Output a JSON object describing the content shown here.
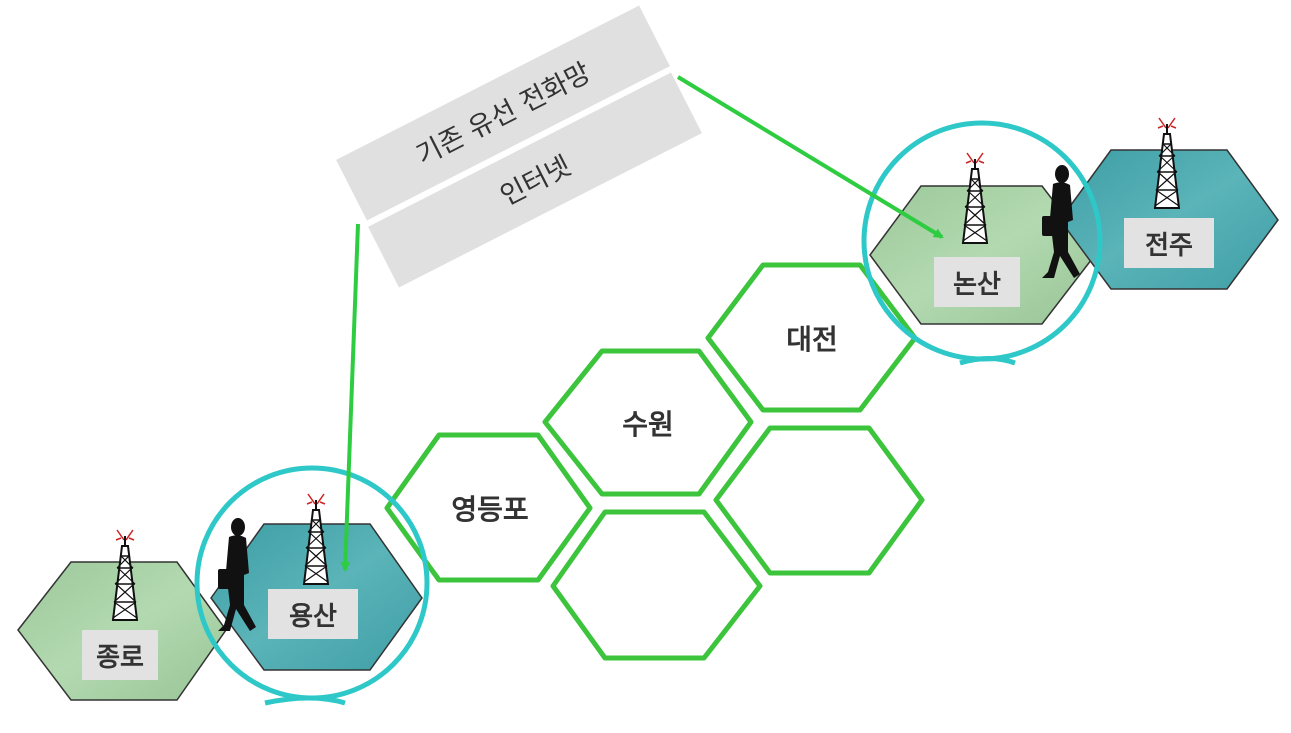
{
  "banners": {
    "network": "기존 유선 전화망",
    "internet": "인터넷"
  },
  "cells": {
    "jongno": "종로",
    "yongsan": "용산",
    "yeongdeungpo": "영등포",
    "suwon": "수원",
    "daejeon": "대전",
    "nonsan": "논산",
    "jeonju": "전주"
  },
  "colors": {
    "light_green_cell": "#a8d3a6",
    "teal_cell": "#4aa8ae",
    "outline_green": "#3cc43c",
    "arrow_green": "#2ecc40",
    "coverage_circle": "#2ec8c8",
    "label_box": "#e2e2e2",
    "banner_bg": "#e0e0e0"
  },
  "icons": [
    "cell-tower-icon",
    "walking-person-icon"
  ]
}
